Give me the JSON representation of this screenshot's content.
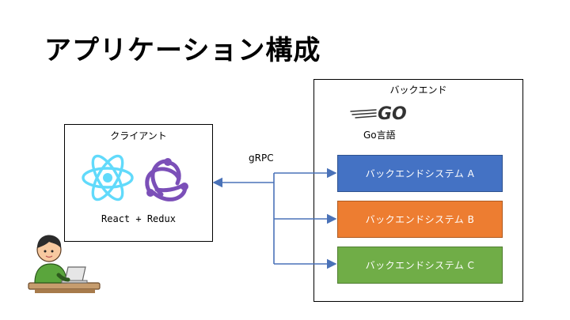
{
  "slide": {
    "title": "アプリケーション構成"
  },
  "client": {
    "label": "クライアント",
    "caption": "React + Redux",
    "icons": [
      "react-logo",
      "redux-logo"
    ]
  },
  "backend": {
    "label": "バックエンド",
    "language_label": "Go言語",
    "logo_text": "GO",
    "systems": [
      {
        "label": "バックエンドシステム A",
        "color": "#4472c4"
      },
      {
        "label": "バックエンドシステム B",
        "color": "#ed7d31"
      },
      {
        "label": "バックエンドシステム C",
        "color": "#70ad47"
      }
    ]
  },
  "connection": {
    "protocol": "gRPC",
    "color": "#4a72b8"
  },
  "illustration": {
    "icon": "person-with-laptop"
  }
}
